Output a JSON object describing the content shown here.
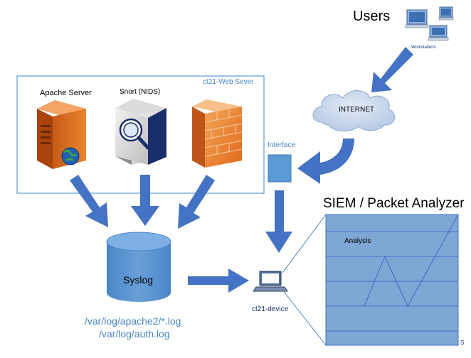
{
  "users": {
    "title": "Users",
    "sublabel": "Workstations"
  },
  "web_server_group": {
    "title": "ct21-Web Sever"
  },
  "servers": [
    {
      "label": "Apache Server"
    },
    {
      "label": "Snort (NIDS)"
    }
  ],
  "internet": {
    "label": "INTERNET"
  },
  "interface": {
    "label": "Interface"
  },
  "siem": {
    "title": "SIEM / Packet Analyzer",
    "panel_label": "Analysis",
    "corner_mark": "S"
  },
  "syslog": {
    "label": "Syslog"
  },
  "device": {
    "label": "ct21-device"
  },
  "log_paths": [
    "/var/log/apache2/*.log",
    "/var/log/auth.log"
  ],
  "colors": {
    "arrow": "#4472c4",
    "interface_box": "#5b9bd5",
    "group_border": "#5b9bd5",
    "group_title": "#4a86c8",
    "siem_fill": "#7fa7d6",
    "siem_line": "#4472c4",
    "log_text": "#4a86c8",
    "cloud": "#c9d7ec"
  },
  "icons": [
    "workstations-icon",
    "apache-server-icon",
    "snort-ids-icon",
    "firewall-icon",
    "cloud-icon",
    "database-icon",
    "laptop-icon"
  ]
}
